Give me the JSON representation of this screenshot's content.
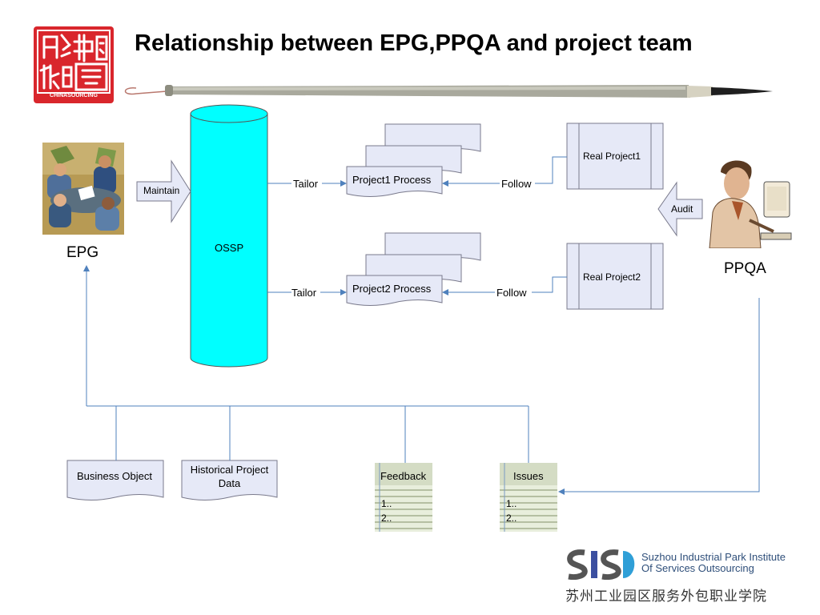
{
  "title": "Relationship between EPG,PPQA and project team",
  "seal": {
    "text": "CHINASOURCING"
  },
  "nodes": {
    "epg": "EPG",
    "ppqa": "PPQA",
    "ossp": "OSSP",
    "maintain": "Maintain",
    "audit": "Audit",
    "project1_process": "Project1  Process",
    "project2_process": "Project2  Process",
    "real_project1": "Real Project1",
    "real_project2": "Real Project2",
    "business_object": "Business Object",
    "historical_project_data_line1": "Historical Project",
    "historical_project_data_line2": "Data"
  },
  "edges": {
    "tailor1": "Tailor",
    "tailor2": "Tailor",
    "follow1": "Follow",
    "follow2": "Follow"
  },
  "lists": {
    "feedback": {
      "title": "Feedback",
      "items": [
        "1..",
        "2.."
      ]
    },
    "issues": {
      "title": "Issues",
      "items": [
        "1..",
        "2.."
      ]
    }
  },
  "footer_logo": {
    "mark": "SISO",
    "line1": "Suzhou Industrial Park Institute",
    "line2": "Of Services Outsourcing",
    "chinese": "苏州工业园区服务外包职业学院"
  },
  "colors": {
    "ossp_fill": "#00ffff",
    "box_fill": "#e6e9f7",
    "connector": "#4f81bd",
    "seal_red": "#d9262c",
    "brush_gray": "#9c9c90"
  }
}
